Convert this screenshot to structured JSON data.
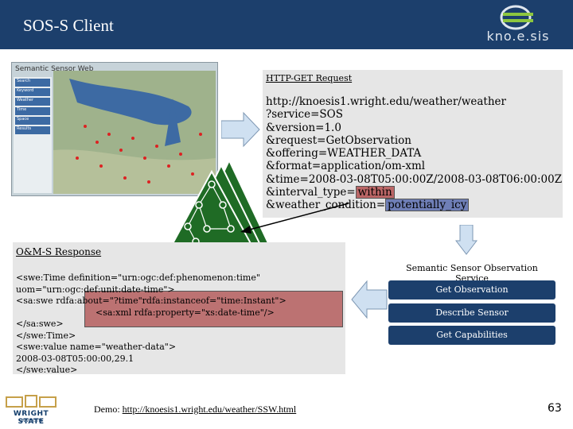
{
  "header": {
    "title": "SOS-S Client",
    "logo_text": "kno.e.sis"
  },
  "screenshot": {
    "title": "Semantic Sensor Web",
    "panel_items": [
      "Search",
      "Keyword",
      "Weather",
      "Time",
      "Space",
      "Results"
    ]
  },
  "http_request": {
    "label": "HTTP-GET Request",
    "lines": [
      "http://knoesis1.wright.edu/weather/weather",
      "?service=SOS",
      "&version=1.0",
      "&request=GetObservation",
      "&offering=WEATHER_DATA",
      "&format=application/om-xml",
      "&time=2008-03-08T05:00:00Z/2008-03-08T06:00:00Z"
    ],
    "interval_prefix": "&interval_type=",
    "interval_value": "within",
    "weather_prefix": "&weather_condition=",
    "weather_value": "potentially_icy"
  },
  "om_response": {
    "label": "O&M-S Response",
    "lines": [
      "<swe:Time definition=\"urn:ogc:def:phenomenon:time\"",
      "uom=\"urn:ogc:def:unit:date-time\">",
      "<sa:swe rdfa:about=\"?time\"rdfa:instanceof=\"time:Instant\">",
      "     <sa:xml rdfa:property=\"xs:date-time\"/>",
      "</sa:swe>",
      "</swe:Time>",
      "<swe:value name=\"weather-data\">",
      "2008-03-08T05:00:00,29.1",
      "</swe:value>"
    ]
  },
  "sso": {
    "label": "Semantic Sensor Observation Service",
    "buttons": [
      "Get Observation",
      "Describe Sensor",
      "Get Capabilities"
    ]
  },
  "footer": {
    "university": "WRIGHT STATE",
    "university_sub": "UNIVERSITY",
    "demo_prefix": "Demo:",
    "demo_link": "http://knoesis1.wright.edu/weather/SSW.html",
    "page_number": "63"
  },
  "colors": {
    "header_bg": "#1c3f6c",
    "button_bg": "#1c3f6c",
    "highlight_red": "#b66666",
    "highlight_blue": "#6f7fb7",
    "box_bg": "#e6e6e6",
    "triangle_green": "#1f6b25",
    "arrow_blue": "#cfe0f1"
  }
}
